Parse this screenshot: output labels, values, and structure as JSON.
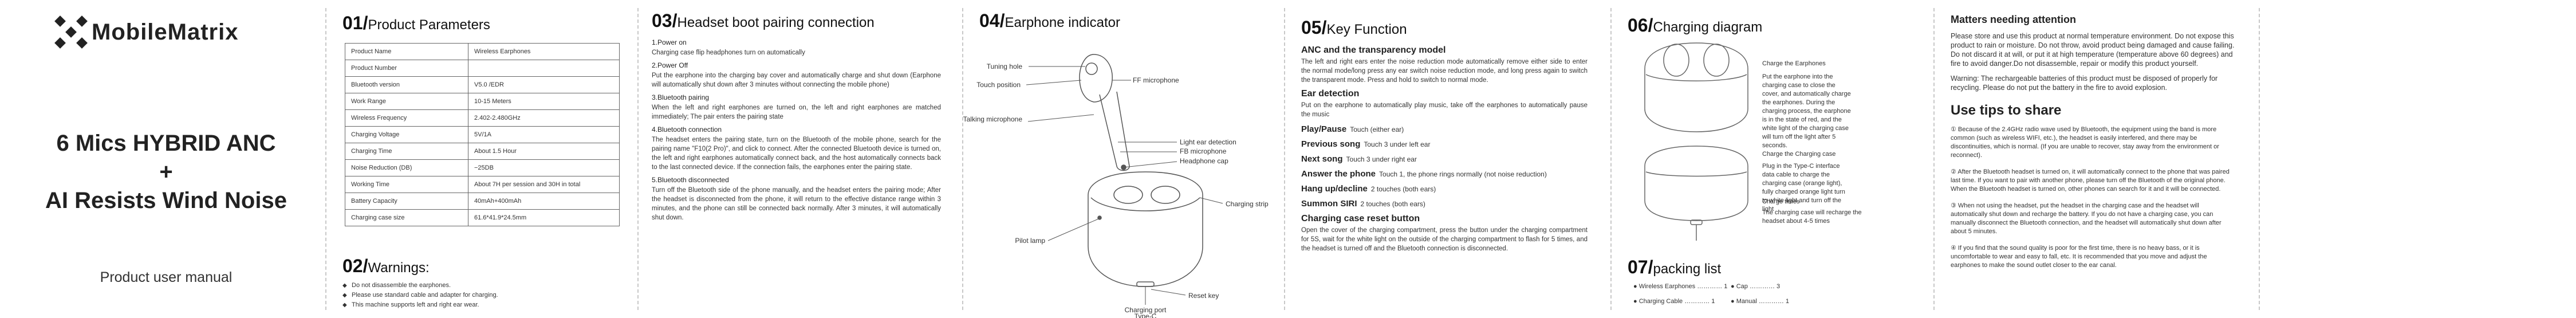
{
  "cover": {
    "brand": "MobileMatrix",
    "headline_1": "6 Mics HYBRID ANC",
    "headline_2": "+",
    "headline_3": "AI Resists Wind Noise",
    "subtitle": "Product user manual"
  },
  "params": {
    "num": "01/",
    "title": "Product Parameters",
    "rows": [
      {
        "k": "Product Name",
        "v": "Wireless Earphones"
      },
      {
        "k": "Product Number",
        "v": ""
      },
      {
        "k": "Bluetooth version",
        "v": "V5.0 /EDR"
      },
      {
        "k": "Work Range",
        "v": "10-15 Meters"
      },
      {
        "k": "Wireless Frequency",
        "v": "2.402-2.480GHz"
      },
      {
        "k": "Charging Voltage",
        "v": "5V/1A"
      },
      {
        "k": "Charging Time",
        "v": "About 1.5 Hour"
      },
      {
        "k": "Noise Reduction (DB)",
        "v": "−25DB"
      },
      {
        "k": "Working Time",
        "v": "About 7H per session and 30H in total"
      },
      {
        "k": "Battery Capacity",
        "v": "40mAh+400mAh"
      },
      {
        "k": "Charging case size",
        "v": "61.6*41.9*24.5mm"
      }
    ]
  },
  "warnings": {
    "num": "02/",
    "title": "Warnings",
    "items": [
      "Do not disassemble the earphones.",
      "Please use standard cable and adapter for charging.",
      "This machine supports left and right ear wear."
    ]
  },
  "pairing": {
    "num": "03/",
    "title": "Headset boot pairing connection",
    "sections": [
      {
        "h": "1.Power on",
        "p": "Charging case flip headphones turn on automatically"
      },
      {
        "h": "2.Power Off",
        "p": "Put the earphone into the charging bay cover and automatically charge and shut down (Earphone will automatically shut down after 3 minutes without connecting the mobile phone)"
      },
      {
        "h": "3.Bluetooth pairing",
        "p": "When the left and right earphones are turned on, the left and right earphones are matched immediately; The pair enters the pairing state"
      },
      {
        "h": "4.Bluetooth connection",
        "p": "The headset enters the pairing state, turn on the Bluetooth of the mobile phone, search for the pairing name \"F10(2 Pro)\", and click to connect. After the connected Bluetooth device is turned on, the left and right earphones automatically connect back, and the host automatically connects back to the last connected device. If the connection fails, the earphones enter the pairing state."
      },
      {
        "h": "5.Bluetooth disconnected",
        "p": "Turn off the Bluetooth side of the phone manually, and the headset enters the pairing mode; After the headset is disconnected from the phone, it will return to the effective distance range within 3 minutes, and the phone can still be connected back normally. After 3 minutes, it will automatically shut down."
      }
    ]
  },
  "indicator": {
    "num": "04/",
    "title": "Earphone indicator",
    "labels": {
      "tuning_hole": "Tuning hole",
      "touch_position": "Touch position",
      "ff_mic": "FF microphone",
      "talking_mic": "Talking microphone",
      "light_ear": "Light ear detection",
      "fb_mic": "FB microphone",
      "headphone_cap": "Headphone cap",
      "charging_strip": "Charging strip",
      "pilot_lamp": "Pilot lamp",
      "reset_key": "Reset key",
      "charging_port": "Charging port",
      "port_type": "Type-C"
    }
  },
  "keyfn": {
    "num": "05/",
    "title": "Key Function",
    "anc_title": "ANC and the transparency model",
    "anc_text": "The left and right ears enter the noise reduction mode automatically remove either side to enter the normal mode/long press any ear switch noise reduction mode, and long press again to switch the transparent mode. Press and hold to switch to normal mode.",
    "ear_title": "Ear detection",
    "ear_text": "Put on the earphone to automatically play music, take off the earphones to automatically pause the music",
    "rows": [
      {
        "k": "Play/Pause",
        "v": "Touch (either ear)"
      },
      {
        "k": "Previous song",
        "v": "Touch 3 under left ear"
      },
      {
        "k": "Next song",
        "v": "Touch 3 under right ear"
      },
      {
        "k": "Answer the phone",
        "v": "Touch 1, the phone rings normally (not noise reduction)"
      },
      {
        "k": "Hang up/decline",
        "v": "2 touches (both ears)"
      },
      {
        "k": "Summon SIRI",
        "v": "2 touches (both ears)"
      }
    ],
    "reset_title": "Charging case reset button",
    "reset_text": "Open the cover of the charging compartment, press the button under the charging compartment for 5S, wait for the white light on the outside of the charging compartment to flash for 5 times, and the headset is turned off and the Bluetooth connection is disconnected."
  },
  "charging": {
    "num": "06/",
    "title": "Charging diagram",
    "note1_title": "Charge the Earphones",
    "note1": "Put the earphone into the charging case to close the cover, and automatically charge the earphones. During the charging process, the earphone is in the state of red, and the white light of the charging case will turn off the light after 5 seconds.",
    "note2_title": "Charge the Charging case",
    "note2": "Plug in the Type-C interface data cable to charge the charging case (orange light), fully charged orange light turn to white light and turn off the light",
    "note3_title": "Charge times",
    "note3": "The charging case will recharge the headset about 4-5 times"
  },
  "packing": {
    "num": "07/",
    "title": "packing list",
    "items": [
      {
        "k": "Wireless Earphones",
        "v": "1"
      },
      {
        "k": "Cap",
        "v": "3"
      },
      {
        "k": "Charging Cable",
        "v": "1"
      },
      {
        "k": "Manual",
        "v": "1"
      }
    ]
  },
  "matters": {
    "title": "Matters needing attention",
    "paras": [
      "Please store and use this product at normal temperature environment. Do not expose this product to rain or moisture. Do not throw, avoid product being damaged and cause failing. Do not discard it at will, or put it at high temperature (temperature above 60 degrees) and fire to avoid danger.Do not disassemble, repair or modify this product yourself.",
      "Warning: The rechargeable batteries of this product must be disposed of properly for recycling. Please do not put the battery in the fire to avoid explosion."
    ],
    "tips_title": "Use tips to share",
    "tips": [
      "Because of the 2.4GHz radio wave used by Bluetooth, the equipment using the band is more common (such as wireless WIFI, etc.), the headset is easily interfered, and there may be discontinuities, which is normal. (If you are unable to recover, stay away from the environment or reconnect).",
      "After the Bluetooth headset is turned on, it will automatically connect to the phone that was paired last time. If you want to pair with another phone, please turn off the Bluetooth of the original phone. When the Bluetooth headset is turned on, other phones can search for it and it will be connected.",
      "When not using the headset, put the headset in the charging case and the headset will automatically shut down and recharge the battery. If you do not have a charging case, you can manually disconnect the Bluetooth connection, and the headset will automatically shut down after about 5 minutes.",
      "If you find that the sound quality is poor for the first time, there is no heavy bass, or it is uncomfortable to wear and easy to fall, etc. It is recommended that you move and adjust the earphones to make the sound outlet closer to the ear canal."
    ]
  }
}
